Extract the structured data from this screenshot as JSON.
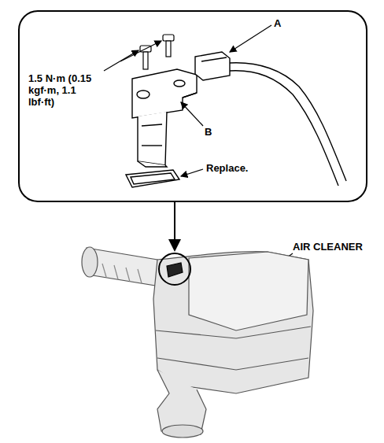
{
  "diagram": {
    "labels": [
      "A",
      "1.5 N·m (0.15 kgf·m, 1.1 lbf·ft)",
      "B",
      "Replace.",
      "AIR CLEANER"
    ]
  }
}
